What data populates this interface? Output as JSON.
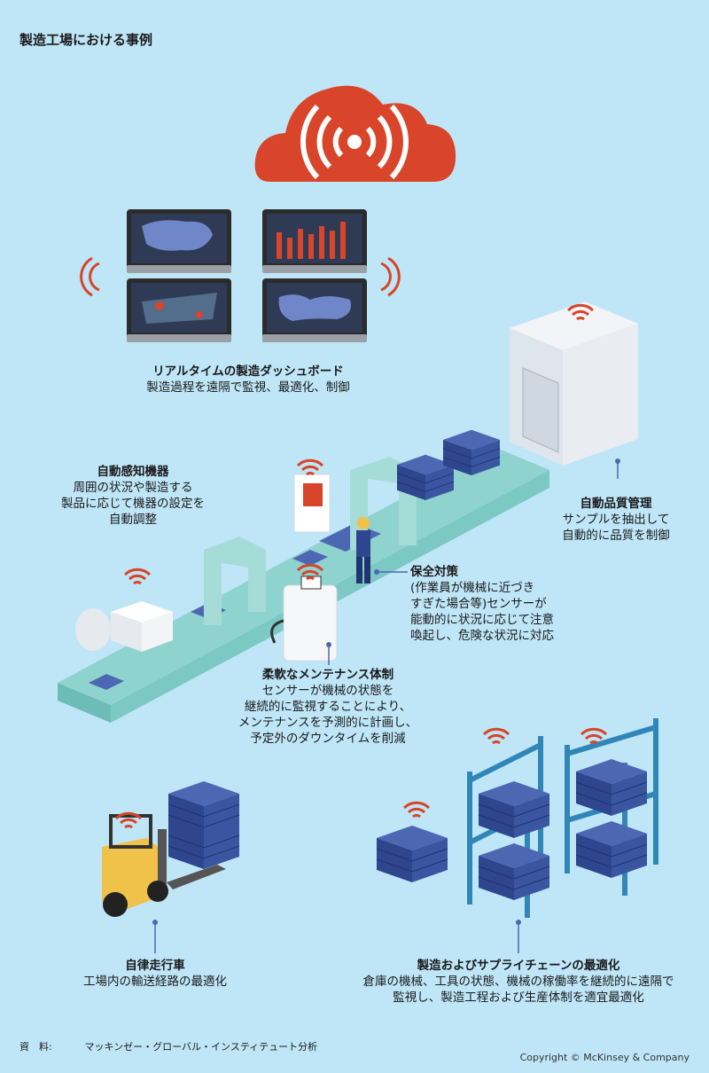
{
  "page": {
    "title": "製造工場における事例",
    "background_color": "#bfe6f7",
    "accent_color": "#d9452a"
  },
  "labels": {
    "dashboard": {
      "head": "リアルタイムの製造ダッシュボード",
      "body": "製造過程を遠隔で監視、最適化、制御"
    },
    "sensing": {
      "head": "自動感知機器",
      "body": "周囲の状況や製造する\n製品に応じて機器の設定を\n自動調整"
    },
    "quality": {
      "head": "自動品質管理",
      "body": "サンプルを抽出して\n自動的に品質を制御"
    },
    "safety": {
      "head": "保全対策",
      "body": "(作業員が機械に近づき\nすぎた場合等)センサーが\n能動的に状況に応じて注意\n喚起し、危険な状況に対応"
    },
    "maintenance": {
      "head": "柔軟なメンテナンス体制",
      "body": "センサーが機械の状態を\n継続的に監視することにより、\nメンテナンスを予測的に計画し、\n予定外のダウンタイムを削減"
    },
    "vehicle": {
      "head": "自律走行車",
      "body": "工場内の輸送経路の最適化"
    },
    "supply": {
      "head": "製造およびサプライチェーンの最適化",
      "body": "倉庫の機械、工具の状態、機械の稼働率を継続的に遠隔で\n監視し、製造工程および生産体制を適宜最適化"
    }
  },
  "source": {
    "key": "資　料:",
    "value": "マッキンゼー・グローバル・インスティテュート分析"
  },
  "copyright": "Copyright © McKinsey & Company",
  "icons": [
    "cloud-wifi-icon",
    "wifi-signal-icon",
    "dashboard-monitor-icon",
    "conveyor-belt-icon",
    "worker-icon",
    "forklift-icon",
    "storage-rack-icon",
    "quality-booth-icon"
  ]
}
